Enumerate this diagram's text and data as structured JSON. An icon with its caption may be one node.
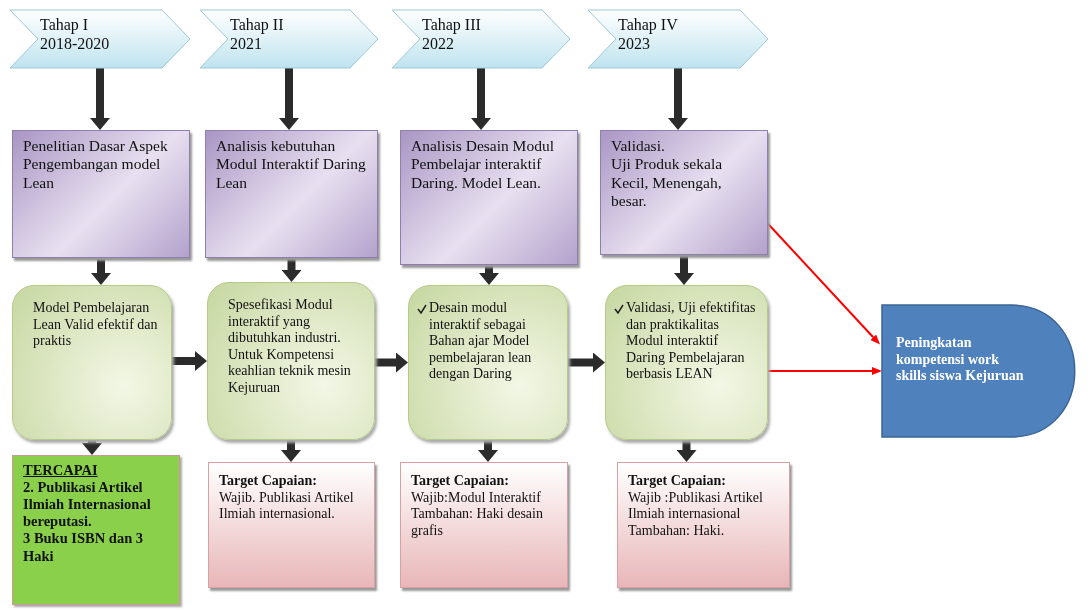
{
  "diagram": {
    "nodes": [
      {
        "text": [
          "Tahap I",
          "2018-2020"
        ]
      },
      {
        "text": [
          "Tahap II",
          "2021"
        ]
      },
      {
        "text": [
          "Tahap III",
          "2022"
        ]
      },
      {
        "text": [
          "Tahap IV",
          "2023"
        ]
      },
      {
        "text": [
          "Penelitian Dasar Aspek Pengembangan model Lean"
        ]
      },
      {
        "text": [
          "Analisis kebutuhan Modul Interaktif Daring Lean"
        ]
      },
      {
        "text": [
          "Analisis Desain Modul Pembelajar interaktif Daring. Model Lean."
        ]
      },
      {
        "text": [
          "Validasi.",
          "Uji Produk sekala Kecil, Menengah, besar."
        ]
      },
      {
        "text": [
          "Model Pembelajaran Lean Valid efektif dan praktis"
        ]
      },
      {
        "text": [
          "Spesefikasi Modul interaktif yang dibutuhkan industri. Untuk Kompetensi keahlian teknik mesin  Kejuruan"
        ]
      },
      {
        "text": [
          "Desain modul interaktif sebagai Bahan ajar Model pembelajaran lean dengan Daring"
        ]
      },
      {
        "text": [
          "Validasi, Uji efektifitas dan praktikalitas Modul interaktif Daring Pembelajaran berbasis LEAN"
        ]
      },
      {
        "text": [
          "TERCAPAI",
          "2. Publikasi Artikel Ilmiah Internasional bereputasi.",
          "3 Buku ISBN dan 3 Haki"
        ]
      },
      {
        "text": [
          "Target Capaian:",
          "Wajib. Publikasi Artikel Ilmiah internasional."
        ]
      },
      {
        "text": [
          "Target Capaian:",
          "Wajib:Modul Interaktif",
          "Tambahan: Haki desain grafis"
        ]
      },
      {
        "text": [
          "Target Capaian:",
          "Wajib :Publikasi Artikel Ilmiah internasional",
          "Tambahan: Haki."
        ]
      },
      {
        "text": [
          "Peningkatan kompetensi work skills siswa Kejuruan"
        ]
      }
    ],
    "edges": [
      {
        "from": 0,
        "to": 4,
        "arrow": "to"
      },
      {
        "from": 1,
        "to": 5,
        "arrow": "to"
      },
      {
        "from": 2,
        "to": 6,
        "arrow": "to"
      },
      {
        "from": 3,
        "to": 7,
        "arrow": "to"
      },
      {
        "from": 4,
        "to": 8,
        "arrow": "to"
      },
      {
        "from": 5,
        "to": 9,
        "arrow": "to"
      },
      {
        "from": 6,
        "to": 10,
        "arrow": "to"
      },
      {
        "from": 7,
        "to": 11,
        "arrow": "to"
      },
      {
        "from": 8,
        "to": 9,
        "arrow": "to"
      },
      {
        "from": 9,
        "to": 10,
        "arrow": "to"
      },
      {
        "from": 10,
        "to": 11,
        "arrow": "to"
      },
      {
        "from": 8,
        "to": 12,
        "arrow": "to"
      },
      {
        "from": 9,
        "to": 13,
        "arrow": "to"
      },
      {
        "from": 10,
        "to": 14,
        "arrow": "to"
      },
      {
        "from": 11,
        "to": 15,
        "arrow": "to"
      },
      {
        "from": 7,
        "to": 16,
        "arrow": "to",
        "color": "#ff0000"
      },
      {
        "from": 11,
        "to": 16,
        "arrow": "to",
        "color": "#ff0000"
      }
    ]
  }
}
